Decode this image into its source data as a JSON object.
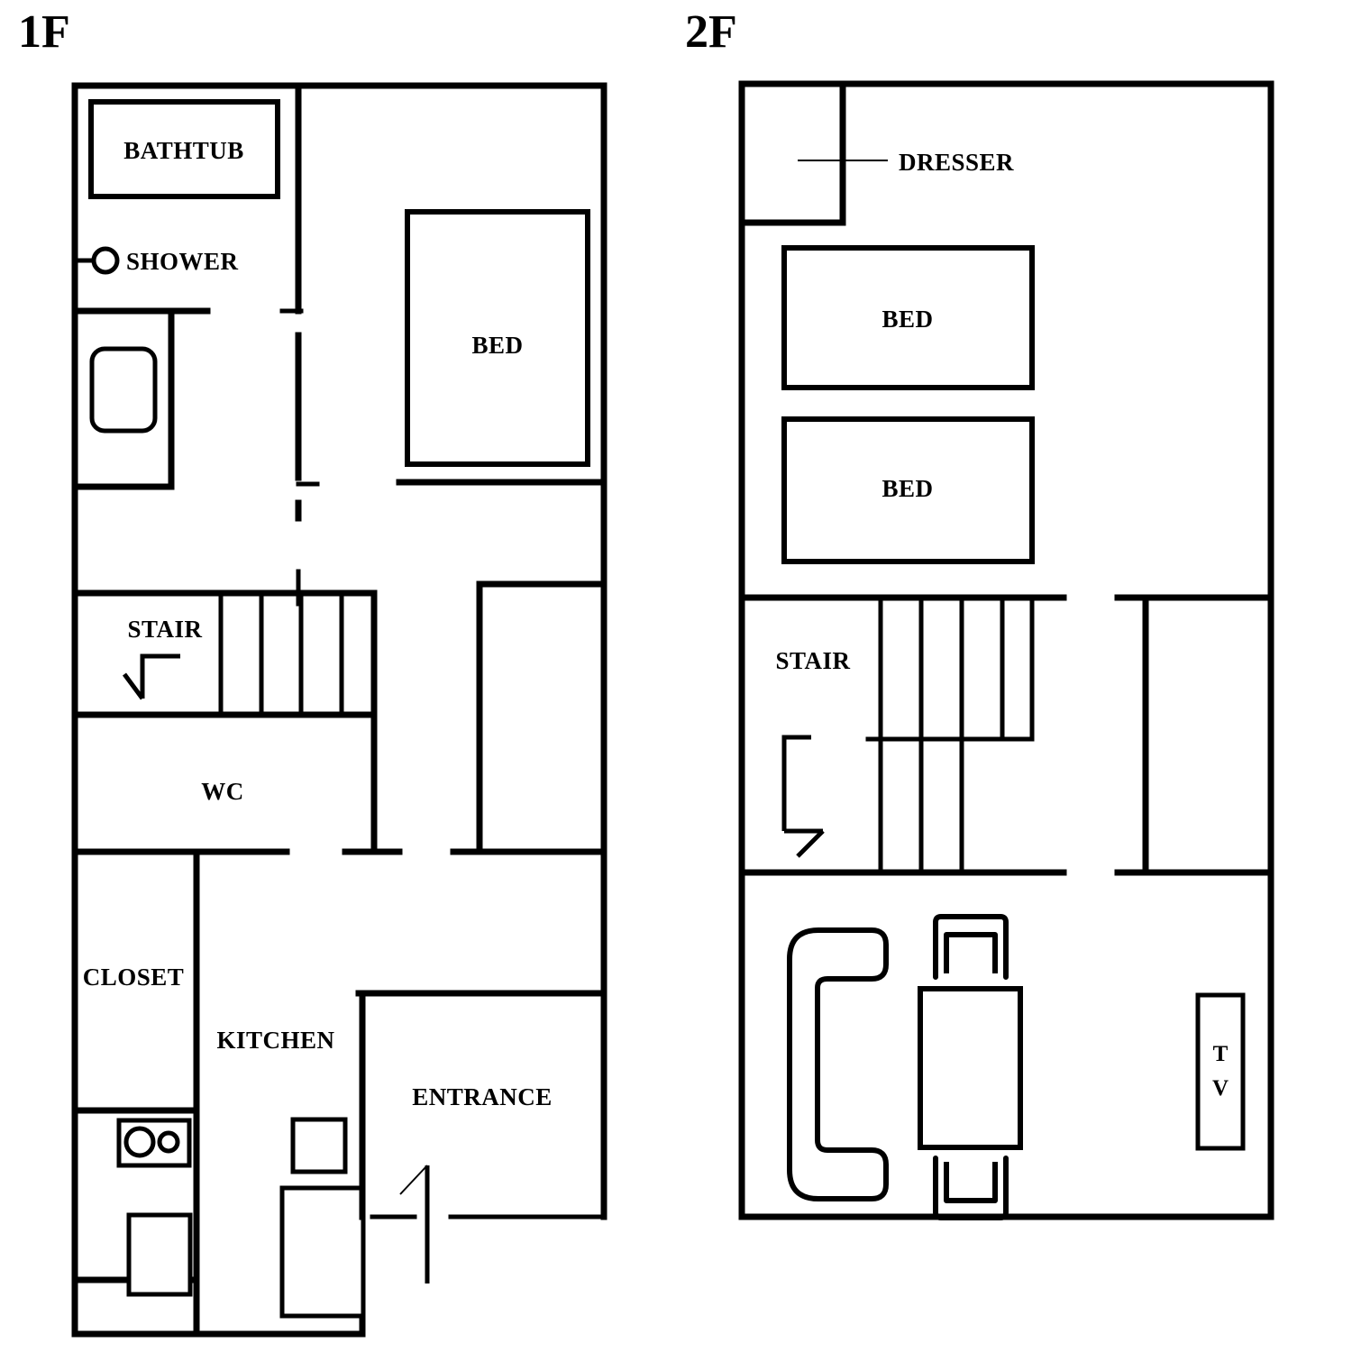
{
  "floors": [
    {
      "id": "floor-1",
      "title": "1F",
      "labels": {
        "bathtub": "BATHTUB",
        "shower": "SHOWER",
        "bed": "BED",
        "stair": "STAIR",
        "wc": "WC",
        "closet": "CLOSET",
        "kitchen": "KITCHEN",
        "entrance": "ENTRANCE"
      }
    },
    {
      "id": "floor-2",
      "title": "2F",
      "labels": {
        "dresser": "DRESSER",
        "bed_upper": "BED",
        "bed_lower": "BED",
        "stair": "STAIR",
        "tv_line1": "T",
        "tv_line2": "V"
      }
    }
  ],
  "style": {
    "ink": "#000000",
    "paper": "#ffffff"
  }
}
